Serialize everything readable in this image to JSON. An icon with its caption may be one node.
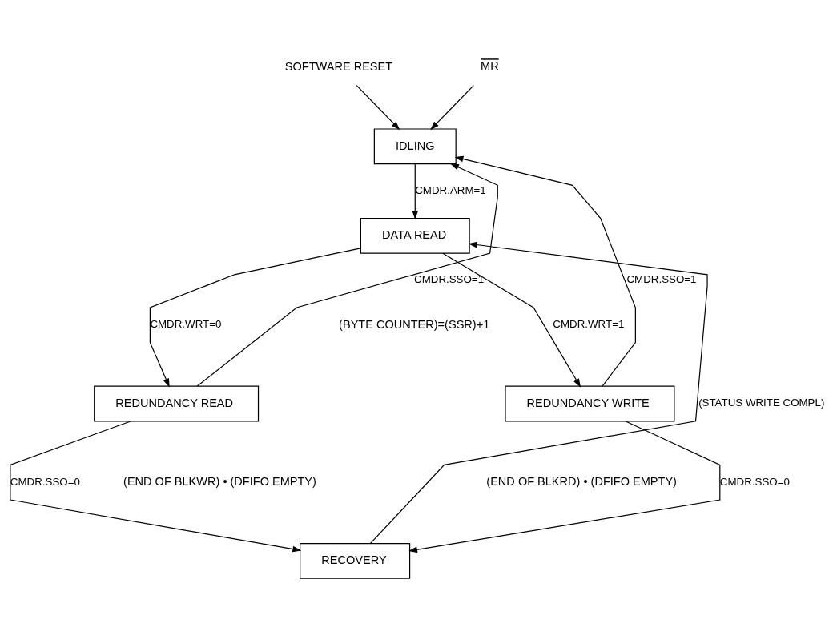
{
  "diagram": {
    "nodes": [
      {
        "text": [
          "SOFTWARE RESET"
        ]
      },
      {
        "text": [
          "MR"
        ]
      },
      {
        "text": [
          "IDLING"
        ]
      },
      {
        "text": [
          "DATA READ"
        ]
      },
      {
        "text": [
          "REDUNDANCY READ"
        ]
      },
      {
        "text": [
          "REDUNDANCY WRITE"
        ]
      },
      {
        "text": [
          "RECOVERY"
        ]
      }
    ],
    "edges": [
      {
        "from": 0,
        "to": 2,
        "arrow": "to"
      },
      {
        "from": 1,
        "to": 2,
        "arrow": "to"
      },
      {
        "from": 2,
        "to": 3,
        "arrow": "to",
        "label": "CMDR.ARM=1"
      },
      {
        "from": 3,
        "to": 4,
        "arrow": "to",
        "label": "CMDR.WRT=0"
      },
      {
        "from": 3,
        "to": 5,
        "arrow": "to",
        "label": "CMDR.WRT=1"
      },
      {
        "from": 4,
        "to": 2,
        "arrow": "to",
        "label": "CMDR.SSO=1"
      },
      {
        "from": 4,
        "to": 6,
        "arrow": "to",
        "label": "CMDR.SSO=0"
      },
      {
        "from": 5,
        "to": 2,
        "arrow": "to",
        "label": "CMDR.SSO=1"
      },
      {
        "from": 5,
        "to": 6,
        "arrow": "to",
        "label": "CMDR.SSO=0"
      },
      {
        "from": 6,
        "to": 3,
        "arrow": "to",
        "label": "(STATUS WRITE COMPL)"
      }
    ],
    "labels": [
      "(BYTE COUNTER)=(SSR)+1",
      "(END OF BLKWR) • (DFIFO EMPTY)",
      "(END OF BLKRD) • (DFIFO EMPTY)"
    ]
  }
}
